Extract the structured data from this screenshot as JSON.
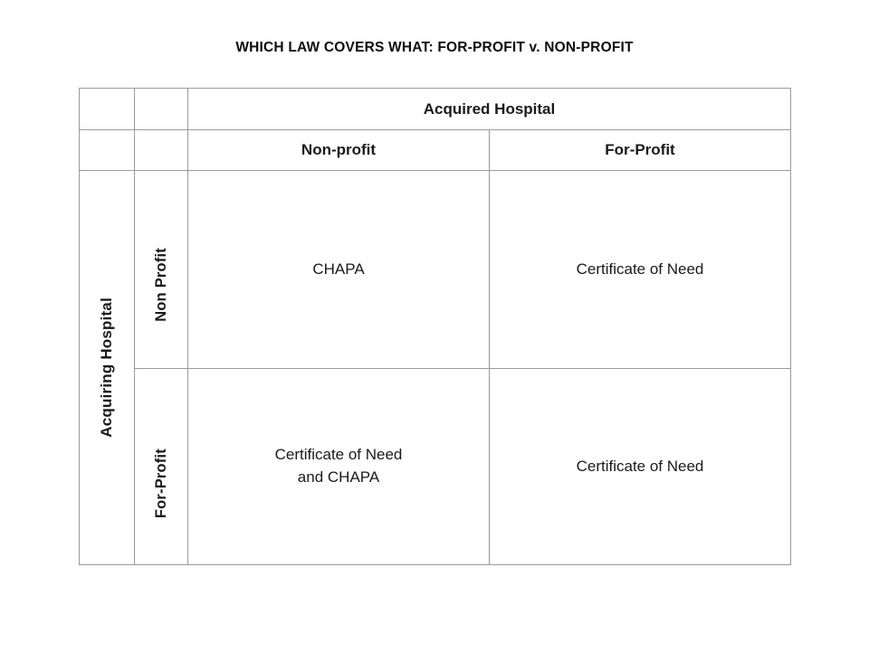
{
  "document": {
    "title": "WHICH LAW COVERS WHAT: FOR-PROFIT v. NON-PROFIT"
  },
  "table": {
    "column_group_header": "Acquired Hospital",
    "row_group_header": "Acquiring Hospital",
    "column_headers": [
      "Non-profit",
      "For-Profit"
    ],
    "row_headers": [
      "Non Profit",
      "For-Profit"
    ],
    "cells": [
      {
        "row": "Non Profit",
        "values": [
          "CHAPA",
          "Certificate of Need"
        ]
      },
      {
        "row": "For-Profit",
        "values": [
          "Certificate of Need\nand CHAPA",
          "Certificate of Need"
        ]
      }
    ],
    "border_color": "#9a9a9a",
    "text_color": "#1a1a1a",
    "background": "#ffffff"
  }
}
